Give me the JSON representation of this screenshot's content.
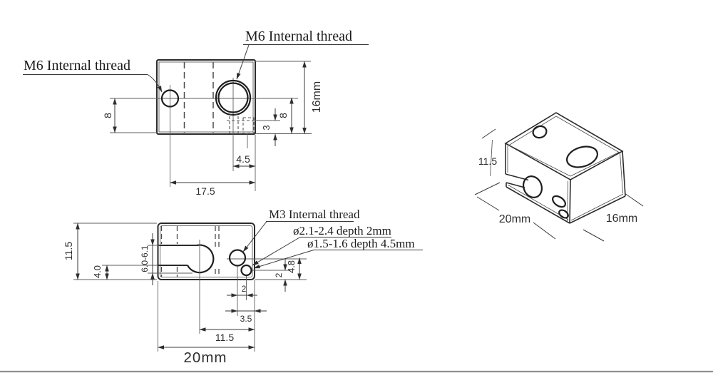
{
  "front_view": {
    "label_left": "M6 Internal thread",
    "label_top": "M6 Internal thread",
    "dims": {
      "hole_height_left": "8",
      "hole_height_right": "8",
      "sensor_height": "3",
      "block_height": "16mm",
      "hole_to_edge": "4.5",
      "hole_span": "17.5"
    }
  },
  "bottom_view": {
    "label_m3": "M3 Internal thread",
    "label_hole_a": "ø2.1-2.4 depth 2mm",
    "label_hole_b": "ø1.5-1.6 depth 4.5mm",
    "dims": {
      "block_depth": "11.5",
      "slot_offset": "4.0",
      "slot_diameter": "6.0-6.1",
      "m3_height": "4.8",
      "sensor_edge": "2",
      "hole_gap": "2",
      "m3_to_edge": "3.5",
      "center_to_edge": "11.5",
      "block_width": "20mm"
    }
  },
  "iso_view": {
    "dims": {
      "height": "11.5",
      "width": "20mm",
      "depth": "16mm"
    }
  }
}
